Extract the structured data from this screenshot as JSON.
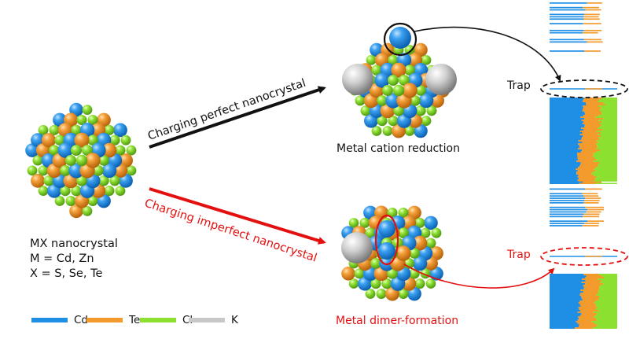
{
  "colors": {
    "cd": "#1f8fe6",
    "te": "#f39a2c",
    "cl": "#8be030",
    "k": "#c8c8c8",
    "red": "#e41010"
  },
  "left": {
    "lines": [
      "MX nanocrystal",
      "M = Cd, Zn",
      "X = S, Se, Te"
    ]
  },
  "arrows": {
    "perfect": "Charging perfect nanocrystal",
    "imperfect": "Charging imperfect nanocrystal"
  },
  "captions": {
    "top": "Metal cation reduction",
    "bottom": "Metal dimer-formation"
  },
  "trap": {
    "top": "Trap",
    "bottom": "Trap"
  },
  "legend": [
    {
      "label": "Cd",
      "color": "#1f8fe6"
    },
    {
      "label": "Te",
      "color": "#f39a2c"
    },
    {
      "label": "Cl",
      "color": "#8be030"
    },
    {
      "label": "K",
      "color": "#c8c8c8"
    }
  ]
}
